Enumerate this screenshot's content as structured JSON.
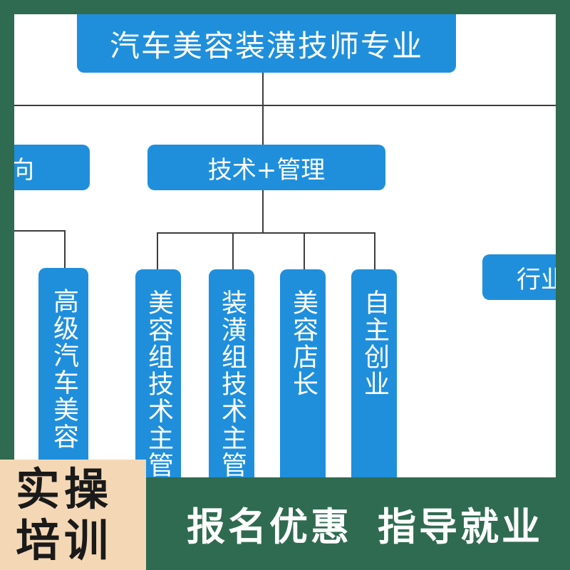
{
  "diagram": {
    "title": "汽车美容装潢技师专业",
    "left_branch_partial": "向",
    "center_branch": "技术+管理",
    "right_branch_partial": "行业",
    "leaf_left": "高级汽车美容",
    "leaves": [
      "美容组技术主管",
      "装潢组技术主管",
      "美容店长",
      "自主创业"
    ]
  },
  "banner": {
    "badge_line1": "实操",
    "badge_line2": "培训",
    "slogan1": "报名优惠",
    "slogan2": "指导就业"
  },
  "colors": {
    "box_blue": "#1f8fdc",
    "frame_green": "#2f6b50",
    "badge_cream": "#f4d8b6",
    "connector": "#3d3d3d"
  }
}
